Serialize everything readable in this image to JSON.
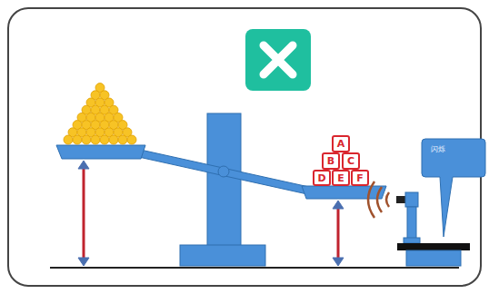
{
  "diagram": {
    "nodes": [
      {
        "text": [
          "A"
        ]
      },
      {
        "text": [
          "B"
        ]
      },
      {
        "text": [
          "C"
        ]
      },
      {
        "text": [
          "D"
        ]
      },
      {
        "text": [
          "E"
        ]
      },
      {
        "text": [
          "F"
        ]
      },
      {
        "text": [
          "闪烁"
        ]
      }
    ]
  }
}
